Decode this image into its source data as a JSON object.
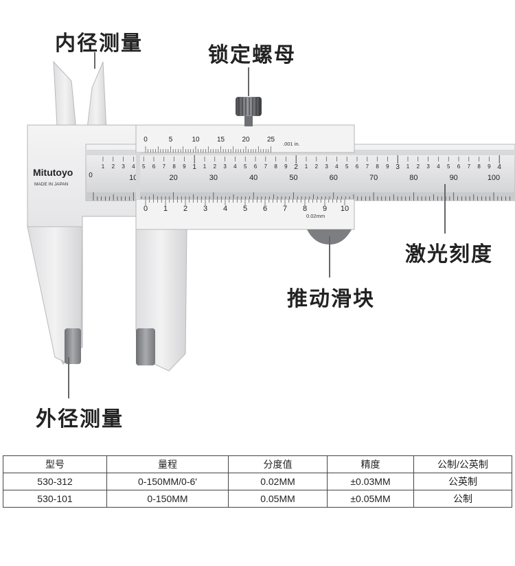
{
  "labels": {
    "inner_measure": "内径测量",
    "lock_nut": "锁定螺母",
    "laser_scale": "激光刻度",
    "push_slider": "推动滑块",
    "outer_measure": "外径测量"
  },
  "caliper": {
    "brand": "Mitutoyo",
    "made_in": "MADE IN JAPAN",
    "vernier_inch_labels": [
      "0",
      "5",
      "10",
      "15",
      "20",
      "25"
    ],
    "vernier_inch_unit": ".001 in.",
    "vernier_mm_labels": [
      "0",
      "1",
      "2",
      "3",
      "4",
      "5",
      "6",
      "7",
      "8",
      "9",
      "10"
    ],
    "vernier_mm_unit": "0.02mm",
    "main_mm_labels": [
      "10",
      "20",
      "30",
      "40",
      "50",
      "60",
      "70",
      "80",
      "90",
      "100"
    ],
    "main_inch_digits": [
      "1",
      "2",
      "3",
      "4",
      "5",
      "6",
      "7",
      "8",
      "9"
    ],
    "main_inch_majors": [
      "1",
      "2",
      "3",
      "4"
    ],
    "zero_label": "0"
  },
  "specs": {
    "headers": [
      "型号",
      "量程",
      "分度值",
      "精度",
      "公制/公英制"
    ],
    "rows": [
      [
        "530-312",
        "0-150MM/0-6'",
        "0.02MM",
        "±0.03MM",
        "公英制"
      ],
      [
        "530-101",
        "0-150MM",
        "0.05MM",
        "±0.05MM",
        "公制"
      ]
    ]
  },
  "colors": {
    "steel_light": "#e9e9ea",
    "steel_mid": "#cfcfd1",
    "steel_dark": "#8e8f93",
    "text": "#222222"
  }
}
